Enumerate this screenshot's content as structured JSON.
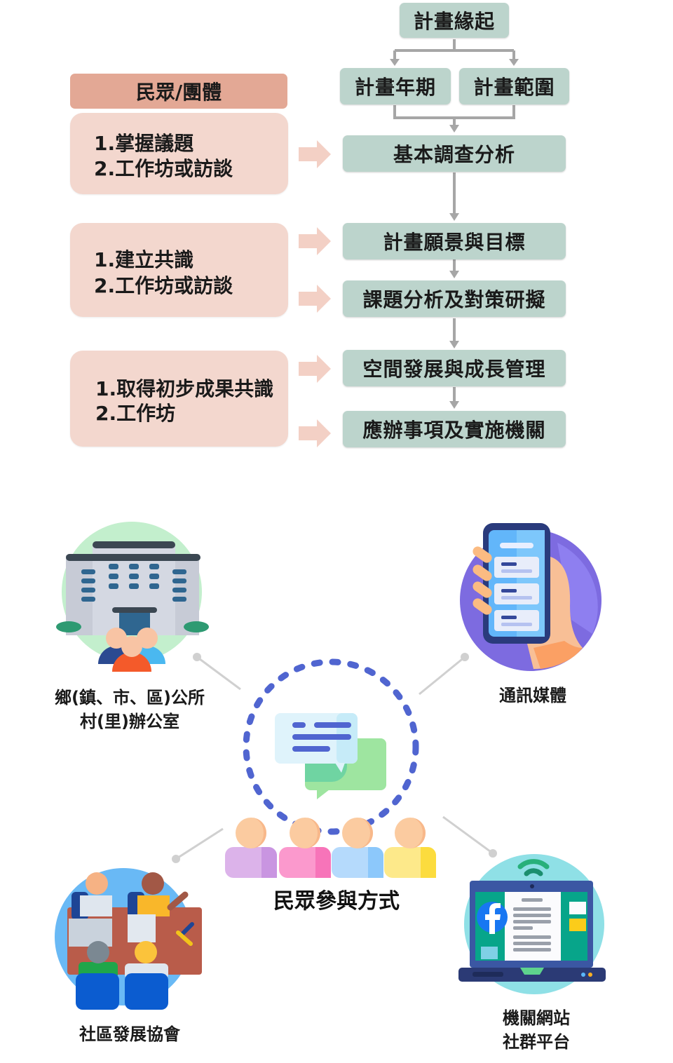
{
  "flowchart": {
    "steps": [
      {
        "id": "origin",
        "label": "計畫緣起"
      },
      {
        "id": "period",
        "label": "計畫年期"
      },
      {
        "id": "scope",
        "label": "計畫範圍"
      },
      {
        "id": "survey",
        "label": "基本調查分析"
      },
      {
        "id": "vision",
        "label": "計畫願景與目標"
      },
      {
        "id": "issues",
        "label": "課題分析及對策研擬"
      },
      {
        "id": "spatial",
        "label": "空間發展與成長管理"
      },
      {
        "id": "actions",
        "label": "應辦事項及實施機關"
      }
    ],
    "participants_header": "民眾/團體",
    "participant_groups": [
      {
        "lines": [
          "1.掌握議題",
          "2.工作坊或訪談"
        ]
      },
      {
        "lines": [
          "1.建立共識",
          "2.工作坊或訪談"
        ]
      },
      {
        "lines": [
          "1.取得初步成果共識",
          "2.工作坊"
        ]
      }
    ],
    "colors": {
      "step_box": "#bcd4cc",
      "participant_header": "#e3a895",
      "participant_box": "#f3d7ce",
      "connector": "#a6a6a6",
      "side_arrow": "#f3d0c5"
    }
  },
  "participation": {
    "title": "民眾參與方式",
    "channels": [
      {
        "id": "office",
        "icon": "government-building-icon",
        "lines": [
          "鄉(鎮、市、區)公所",
          "村(里)辦公室"
        ]
      },
      {
        "id": "media",
        "icon": "smartphone-hand-icon",
        "lines": [
          "通訊媒體"
        ]
      },
      {
        "id": "community",
        "icon": "community-meeting-icon",
        "lines": [
          "社區發展協會"
        ]
      },
      {
        "id": "web",
        "icon": "laptop-facebook-icon",
        "lines": [
          "機關網站",
          "社群平台"
        ]
      }
    ],
    "colors": {
      "dashed_ring": "#5065d0",
      "connector": "#d0d0d0"
    }
  }
}
